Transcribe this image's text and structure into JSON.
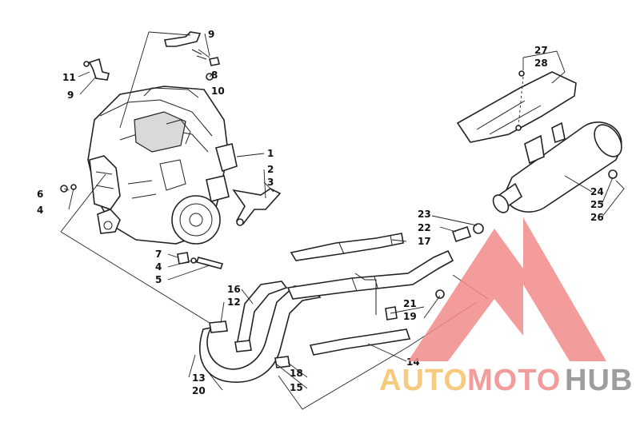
{
  "colors": {
    "line": "#222222",
    "watermark_red": "#f28b8b",
    "watermark_yellow": "#f5c26b",
    "watermark_gray": "#8c8c8c"
  },
  "callouts": {
    "c1": "1",
    "c2": "2",
    "c3": "3",
    "c4a": "4",
    "c4b": "4",
    "c5": "5",
    "c6": "6",
    "c7": "7",
    "c8": "8",
    "c9a": "9",
    "c9b": "9",
    "c10": "10",
    "c11": "11",
    "c12": "12",
    "c13": "13",
    "c14": "14",
    "c15": "15",
    "c16": "16",
    "c17": "17",
    "c18": "18",
    "c19": "19",
    "c20": "20",
    "c21": "21",
    "c22": "22",
    "c23": "23",
    "c24": "24",
    "c25": "25",
    "c26": "26",
    "c27": "27",
    "c28": "28"
  },
  "watermark": {
    "part1": "AUTO",
    "part2": "MOTO",
    "part3": "HUB"
  }
}
